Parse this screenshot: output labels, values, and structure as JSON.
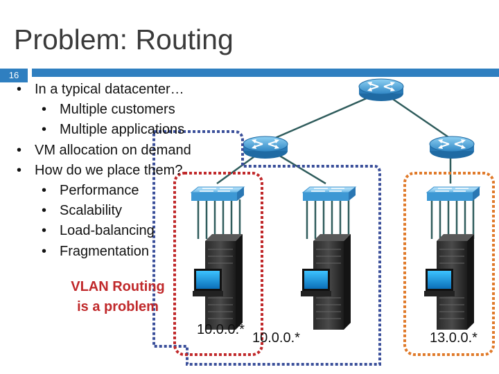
{
  "slide": {
    "title": "Problem: Routing",
    "number": "16"
  },
  "bullets": [
    {
      "level": 1,
      "text": "In a typical datacenter…"
    },
    {
      "level": 2,
      "text": "Multiple customers"
    },
    {
      "level": 2,
      "text": "Multiple applications"
    },
    {
      "level": 1,
      "text": "VM allocation on demand"
    },
    {
      "level": 1,
      "text": "How do we place them?"
    },
    {
      "level": 2,
      "text": "Performance"
    },
    {
      "level": 2,
      "text": "Scalability"
    },
    {
      "level": 2,
      "text": "Load-balancing"
    },
    {
      "level": 2,
      "text": "Fragmentation"
    }
  ],
  "annotation": {
    "line1": "VLAN Routing",
    "line2": "is a problem"
  },
  "addresses": {
    "red_group": "10.0.0.*",
    "blue_group": "10.0.0.*",
    "orange_group": "13.0.0.*"
  },
  "colors": {
    "accent": "#2f7fc0",
    "red": "#c0282a",
    "blue": "#3a4f9a",
    "orange": "#e07a2a"
  },
  "icons": {
    "router": "router-icon",
    "switch": "switch-icon",
    "server": "server-rack-icon"
  }
}
